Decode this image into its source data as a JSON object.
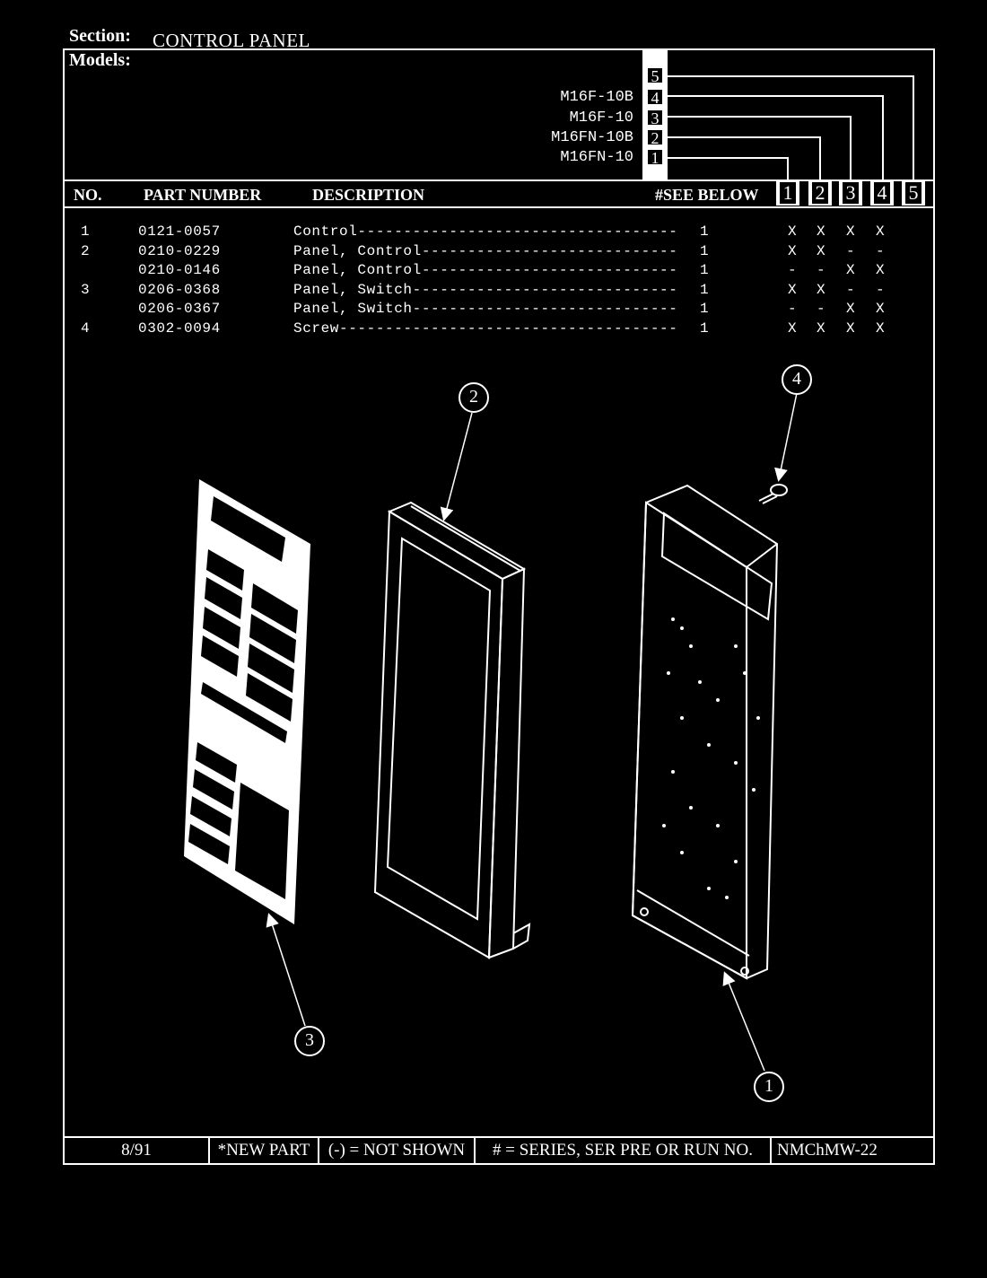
{
  "header": {
    "section_label": "Section:",
    "section_value": "CONTROL PANEL",
    "models_label": "Models:"
  },
  "models": [
    {
      "num": "5",
      "name": ""
    },
    {
      "num": "4",
      "name": "M16F-10B"
    },
    {
      "num": "3",
      "name": "M16F-10"
    },
    {
      "num": "2",
      "name": "M16FN-10B"
    },
    {
      "num": "1",
      "name": "M16FN-10"
    }
  ],
  "columns": {
    "no": "NO.",
    "part_number": "PART NUMBER",
    "description": "DESCRIPTION",
    "see_below": "#SEE BELOW",
    "model_cols": [
      "1",
      "2",
      "3",
      "4",
      "5"
    ]
  },
  "parts": [
    {
      "no": "1",
      "part": "0121-0057",
      "desc": "Control-----------------------------------",
      "qty": "1",
      "m": [
        "X",
        "X",
        "X",
        "X"
      ]
    },
    {
      "no": "2",
      "part": "0210-0229",
      "desc": "Panel, Control----------------------------",
      "qty": "1",
      "m": [
        "X",
        "X",
        "-",
        "-"
      ]
    },
    {
      "no": "",
      "part": "0210-0146",
      "desc": "Panel, Control----------------------------",
      "qty": "1",
      "m": [
        "-",
        "-",
        "X",
        "X"
      ]
    },
    {
      "no": "3",
      "part": "0206-0368",
      "desc": "Panel, Switch-----------------------------",
      "qty": "1",
      "m": [
        "X",
        "X",
        "-",
        "-"
      ]
    },
    {
      "no": "",
      "part": "0206-0367",
      "desc": "Panel, Switch-----------------------------",
      "qty": "1",
      "m": [
        "-",
        "-",
        "X",
        "X"
      ]
    },
    {
      "no": "4",
      "part": "0302-0094",
      "desc": "Screw-------------------------------------",
      "qty": "1",
      "m": [
        "X",
        "X",
        "X",
        "X"
      ]
    }
  ],
  "callouts": [
    "1",
    "2",
    "3",
    "4"
  ],
  "footer": {
    "date": "8/91",
    "new_part": "*NEW PART",
    "not_shown": "(-) = NOT SHOWN",
    "series": "# = SERIES, SER PRE OR RUN NO.",
    "doc_id": "NMChMW-22"
  }
}
